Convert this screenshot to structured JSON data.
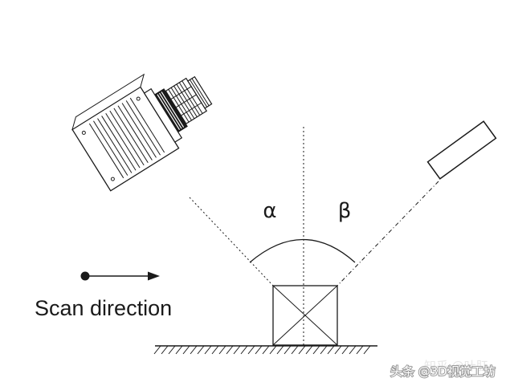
{
  "labels": {
    "alpha": "α",
    "beta": "β",
    "scan_direction": "Scan direction"
  },
  "watermark": {
    "source_faint": "知乎 @叶肛",
    "source": "头条 @3D视觉工坊"
  },
  "colors": {
    "line": "#1a1a1a",
    "background": "#ffffff",
    "watermark": "#ffffff"
  },
  "icons": {
    "camera": "area-scan-camera-with-lens",
    "light_source": "line-laser-projector",
    "arrow": "right-arrow-with-dot"
  }
}
